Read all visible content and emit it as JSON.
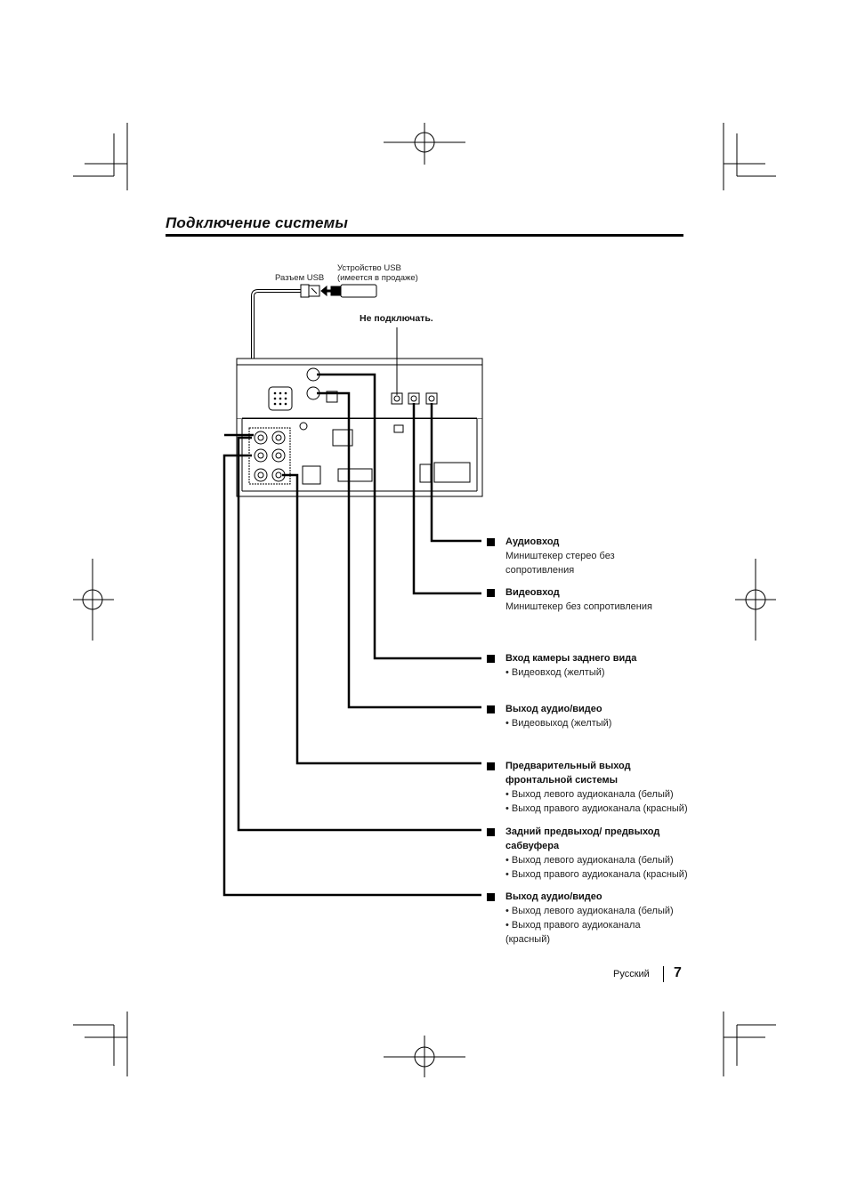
{
  "header": {
    "title": "Подключение системы"
  },
  "usb": {
    "connector_label": "Разъем USB",
    "device_label_line1": "Устройство USB",
    "device_label_line2": "(имеется в продаже)"
  },
  "not_connect_label": "Не подключать.",
  "items": [
    {
      "title": "Аудиовход",
      "lines": [
        "Миништекер стерео без",
        "сопротивления"
      ]
    },
    {
      "title": "Видеовход",
      "lines": [
        "Миништекер без сопротивления"
      ]
    },
    {
      "title": "Вход камеры заднего вида",
      "lines": [
        "• Видеовход (желтый)"
      ]
    },
    {
      "title": "Выход аудио/видео",
      "lines": [
        "• Видеовыход (желтый)"
      ]
    },
    {
      "title": "Предварительный выход",
      "title2": "фронтальной системы",
      "lines": [
        "• Выход левого аудиоканала (белый)",
        "• Выход правого аудиоканала (красный)"
      ]
    },
    {
      "title": "Задний предвыход/ предвыход",
      "title2": "сабвуфера",
      "lines": [
        "• Выход левого аудиоканала (белый)",
        "• Выход правого аудиоканала (красный)"
      ]
    },
    {
      "title": "Выход аудио/видео",
      "lines": [
        "• Выход левого аудиоканала (белый)",
        "• Выход правого аудиоканала",
        "(красный)"
      ]
    }
  ],
  "footer": {
    "language": "Русский",
    "page_number": "7"
  }
}
